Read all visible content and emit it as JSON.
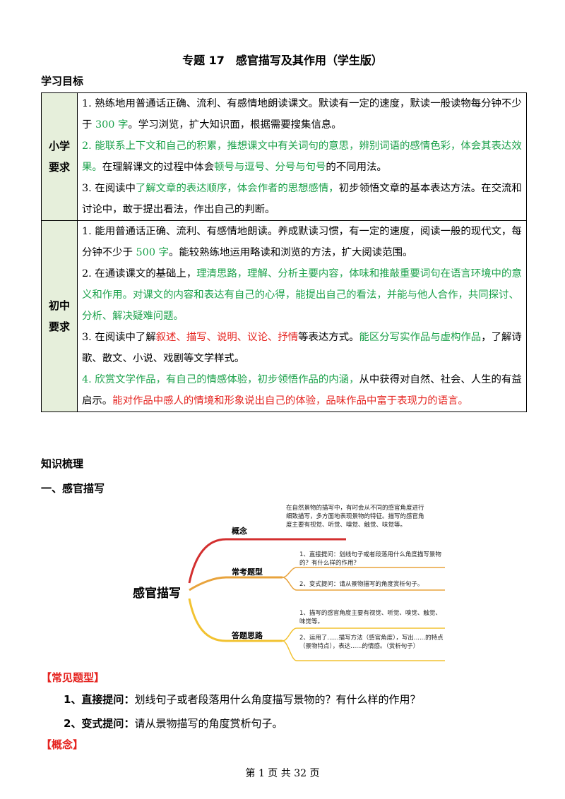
{
  "title": "专题 17　感官描写及其作用（学生版）",
  "section_goals": "学习目标",
  "primary": {
    "label_1": "小学",
    "label_2": "要求",
    "item1_a": "1. 熟练地用普通话正确、流利、有感情地朗读课文。默读有一定的速度，默读一般读物每分钟不少于 ",
    "item1_b": "300 字",
    "item1_c": "。学习浏览，扩大知识面，根据需要搜集信息。",
    "item2_a": "2. 能联系上下文和自己的积累，推想课文中有关词句的意思，辨别词语的感情色彩，体会其表达效果。",
    "item2_b": "在理解课文的过程中体会",
    "item2_c": "顿号与逗号、分号与句号",
    "item2_d": "的不同用法。",
    "item3_a": "3. 在阅读中",
    "item3_b": "了解文章的表达顺序，体会作者的思想感情，",
    "item3_c": "初步领悟文章的基本表达方法。在交流和讨论中，敢于提出看法，作出自己的判断。"
  },
  "junior": {
    "label_1": "初中",
    "label_2": "要求",
    "item1_a": "1. 能用普通话正确、流利、有感情地朗读。养成默读习惯，有一定的速度，阅读一般的现代文，每分钟不少于 ",
    "item1_b": "500 字",
    "item1_c": "。能较熟练地运用略读和浏览的方法，扩大阅读范围。",
    "item2_a": "2. 在通读课文的基础上，",
    "item2_b": "理清思路，理解、分析主要内容，体味和推敲重要词句在语言环境中的意义和作用。对课文的内容和表达有自己的心得，能提出自己的看法，并能与他人合作，共同探讨、分析、解决疑难问题。",
    "item3_a": "3. 在阅读中了解",
    "item3_b": "叙述、描写、说明、议论、抒情",
    "item3_c": "等表达方式。",
    "item3_d": "能区分写实作品与虚构作品",
    "item3_e": "，了解诗歌、散文、小说、戏剧等文学样式。",
    "item4_a": "4. 欣赏文学作品，有自己的情感体验，初步领悟作品的内涵，",
    "item4_b": "从中获得对自然、社会、人生的有益启示。",
    "item4_c": "能对作品中感人的情境和形象说出自己的体验，品味作品中富于表现力的语言。"
  },
  "section_knowledge": "知识梳理",
  "section_sense": "一、感官描写",
  "mindmap": {
    "center": "感官描写",
    "b1": "概念",
    "b1_note": "在自然景物的描写中，有时会从不同的感官角度进行细致描写，多方面地表现景物的特征。描写的感官角度主要有视觉、听觉、嗅觉、触觉、味觉等。",
    "b2": "常考题型",
    "b2_note1": "1、直接提问：划线句子或者段落用什么角度描写景物的？有什么样的作用？",
    "b2_note2": "2、变式提问：请从景物描写的角度赏析句子。",
    "b3": "答题思路",
    "b3_note1": "1、描写的感官角度主要有视觉、听觉、嗅觉、触觉、味觉等。",
    "b3_note2": "2、运用了......描写方法（感官角度），写出......的特点（景物特点），表达......的情感。（赏析句子）",
    "colors": {
      "b1": "#d32f2f",
      "b2": "#e8a33c",
      "b3": "#f2c230"
    }
  },
  "types_heading": "【常见题型】",
  "q1_label": "1、直接提问：",
  "q1_text": "划线句子或者段落用什么角度描写景物的？有什么样的作用？",
  "q2_label": "2、变式提问：",
  "q2_text": "请从景物描写的角度赏析句子。",
  "concept_heading": "【概念】",
  "footer": "第 1 页 共 32 页",
  "colors": {
    "green": "#1aa14a",
    "red": "#e5231f",
    "label_bg": "#e6efdb"
  }
}
